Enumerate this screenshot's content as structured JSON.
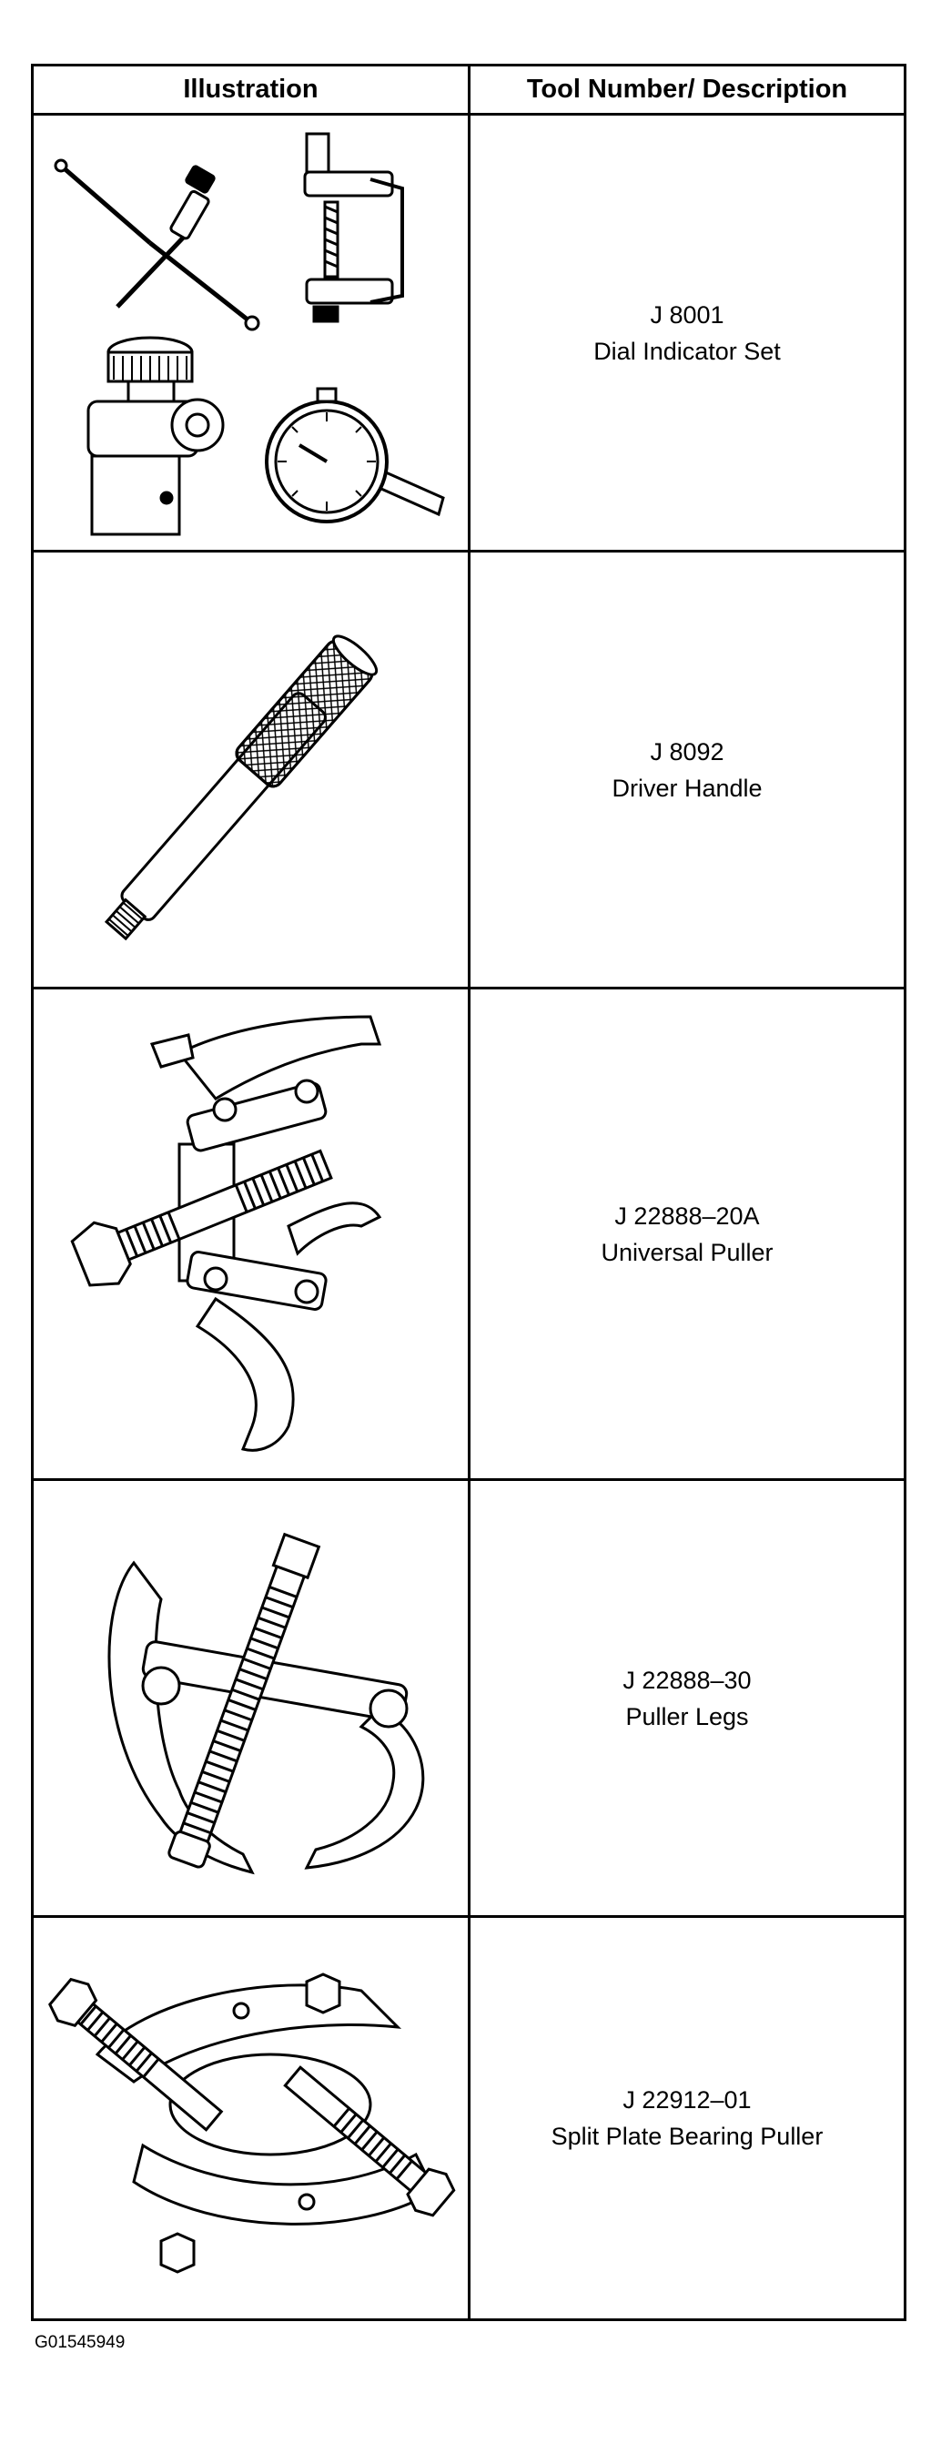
{
  "table": {
    "headers": {
      "illustration": "Illustration",
      "tool": "Tool Number/ Description"
    },
    "rows": [
      {
        "number": "J 8001",
        "description": "Dial Indicator Set",
        "icon": "dial-indicator-set-icon"
      },
      {
        "number": "J 8092",
        "description": "Driver Handle",
        "icon": "driver-handle-icon"
      },
      {
        "number": "J 22888–20A",
        "description": "Universal Puller",
        "icon": "universal-puller-icon"
      },
      {
        "number": "J 22888–30",
        "description": "Puller Legs",
        "icon": "puller-legs-icon"
      },
      {
        "number": "J 22912–01",
        "description": "Split Plate Bearing Puller",
        "icon": "split-plate-bearing-puller-icon"
      }
    ]
  },
  "figure_id": "G01545949"
}
